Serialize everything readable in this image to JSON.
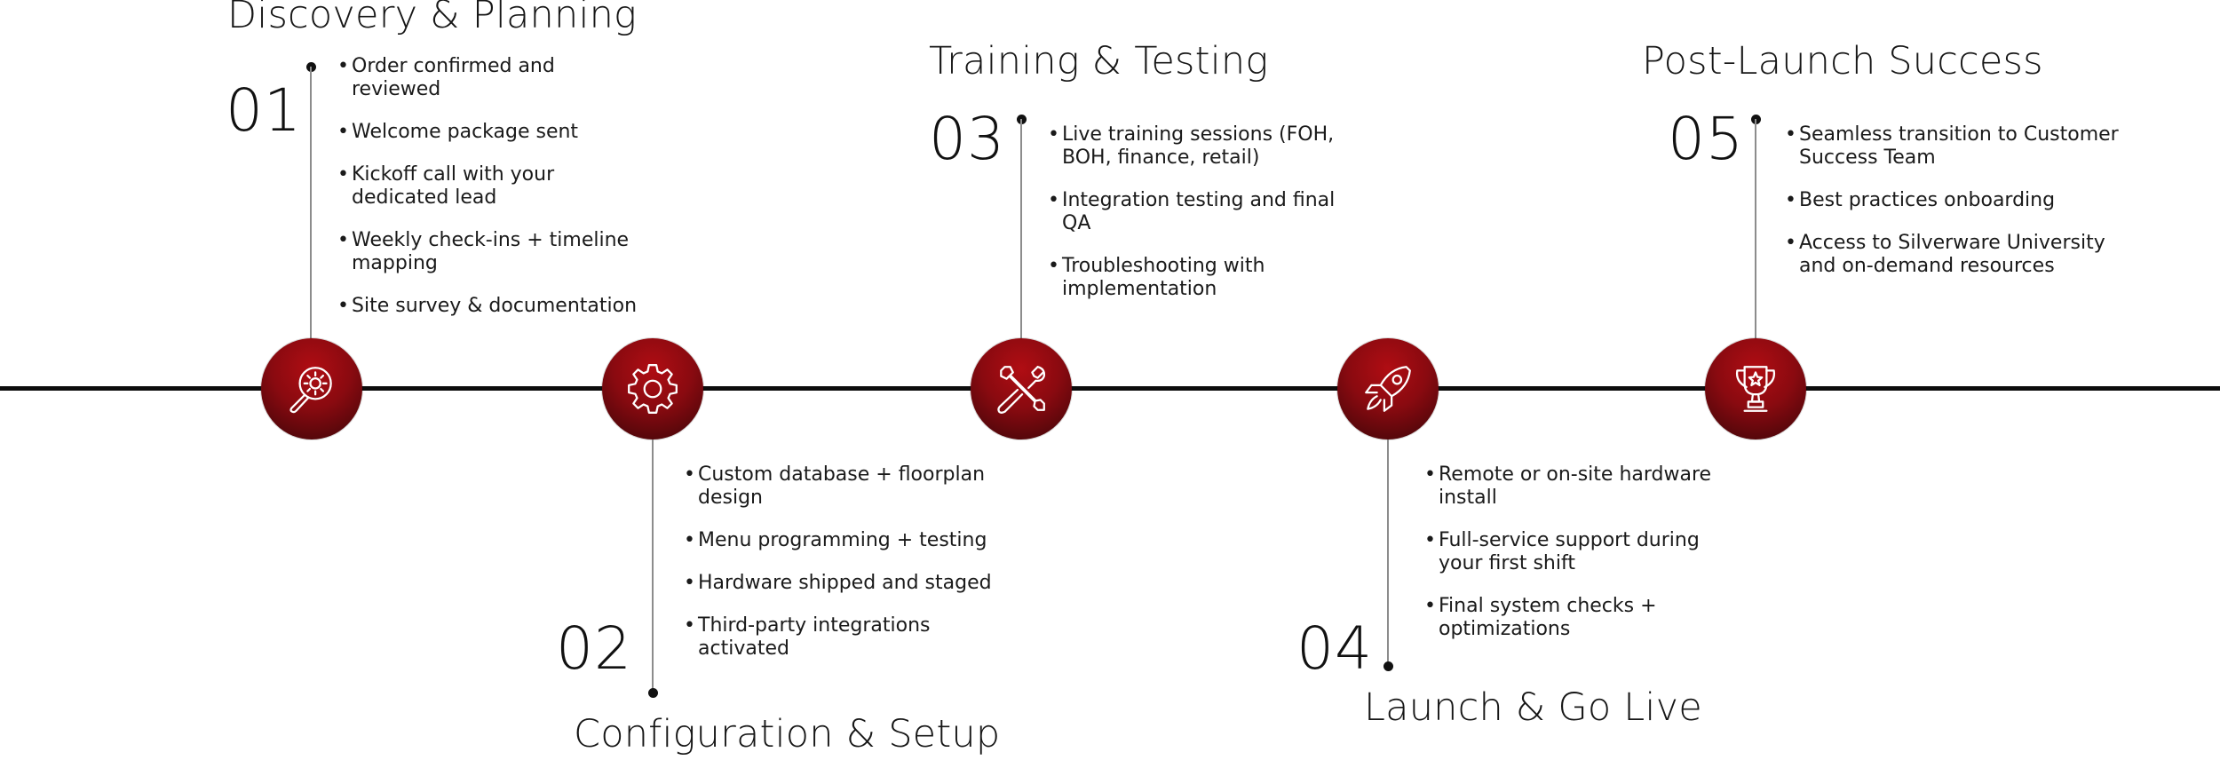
{
  "phases": [
    {
      "number": "01",
      "title": "Discovery & Planning",
      "icon": "search-gear-icon",
      "bullets": [
        "Order confirmed and reviewed",
        "Welcome package sent",
        "Kickoff call with your dedicated lead",
        "Weekly check-ins + timeline mapping",
        "Site survey & documentation"
      ]
    },
    {
      "number": "02",
      "title": "Configuration & Setup",
      "icon": "gear-icon",
      "bullets": [
        "Custom database + floorplan design",
        "Menu programming + testing",
        "Hardware shipped and staged",
        "Third-party integrations activated"
      ]
    },
    {
      "number": "03",
      "title": "Training & Testing",
      "icon": "tools-icon",
      "bullets": [
        "Live training sessions (FOH, BOH, finance, retail)",
        "Integration testing and final QA",
        "Troubleshooting with implementation"
      ]
    },
    {
      "number": "04",
      "title": "Launch & Go Live",
      "icon": "rocket-icon",
      "bullets": [
        "Remote or on-site hardware install",
        "Full-service support during your first shift",
        "Final system checks + optimizations"
      ]
    },
    {
      "number": "05",
      "title": "Post-Launch Success",
      "icon": "trophy-icon",
      "bullets": [
        "Seamless transition to Customer Success Team",
        "Best practices onboarding",
        "Access to Silverware University and on-demand resources"
      ]
    }
  ],
  "colors": {
    "node_primary": "#b00d13",
    "node_dark": "#3a0508",
    "timeline": "#0d0d0d",
    "stem": "#8c8c8c"
  }
}
